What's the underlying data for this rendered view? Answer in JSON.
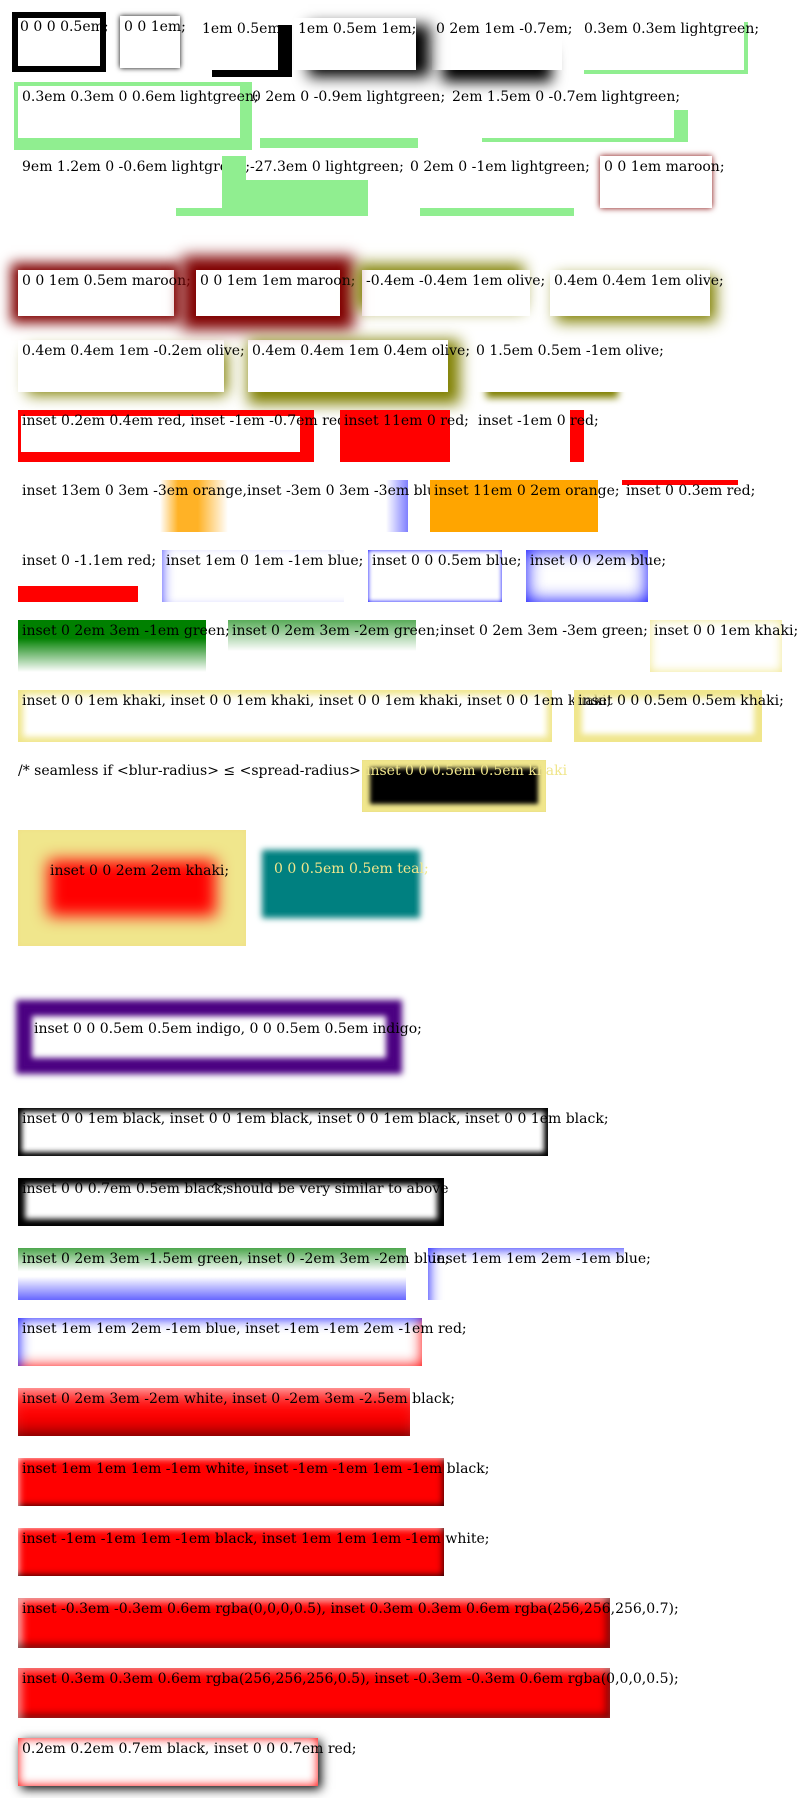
{
  "rows": [
    {
      "items": [
        {
          "label": "0 0 0 0.5em;"
        },
        {
          "label": "0 0 1em;"
        },
        {
          "label": "1em 0.5em;"
        },
        {
          "label": "1em 0.5em 1em;"
        },
        {
          "label": "0 2em 1em -0.7em;"
        },
        {
          "label": "0.3em 0.3em lightgreen;"
        }
      ]
    },
    {
      "items": [
        {
          "label": "0.3em 0.3em 0 0.6em lightgreen;"
        },
        {
          "label": "0 2em 0 -0.9em lightgreen;"
        },
        {
          "label": "2em 1.5em 0 -0.7em lightgreen;"
        }
      ]
    },
    {
      "items": [
        {
          "label": "9em 1.2em 0 -0.6em lightgreen;"
        },
        {
          "label": "-27.3em 0 lightgreen;"
        },
        {
          "label": "0 2em 0 -1em lightgreen;"
        },
        {
          "label": "0 0 1em maroon;"
        }
      ]
    },
    {
      "items": [
        {
          "label": "0 0 1em 0.5em maroon;"
        },
        {
          "label": "0 0 1em 1em maroon;"
        },
        {
          "label": "-0.4em -0.4em 1em olive;"
        },
        {
          "label": "0.4em 0.4em 1em olive;"
        }
      ]
    },
    {
      "items": [
        {
          "label": "0.4em 0.4em 1em -0.2em olive;"
        },
        {
          "label": "0.4em 0.4em 1em 0.4em olive;"
        },
        {
          "label": "0 1.5em 0.5em -1em olive;"
        }
      ]
    },
    {
      "items": [
        {
          "label": "inset 0.2em 0.4em red, inset -1em -0.7em red;"
        },
        {
          "label": "inset 11em 0 red;"
        },
        {
          "label": "inset -1em 0 red;"
        }
      ]
    },
    {
      "items": [
        {
          "label": "inset 13em 0 3em -3em orange,inset -3em 0 3em -3em blue;"
        },
        {
          "label": "inset 11em 0 2em orange;"
        },
        {
          "label": "inset 0 0.3em red;"
        }
      ]
    },
    {
      "items": [
        {
          "label": "inset 0 -1.1em red;"
        },
        {
          "label": "inset 1em 0 1em -1em blue;"
        },
        {
          "label": "inset 0 0 0.5em blue;"
        },
        {
          "label": "inset 0 0 2em blue;"
        }
      ]
    },
    {
      "items": [
        {
          "label": "inset 0 2em 3em -1em green;"
        },
        {
          "label": "inset 0 2em 3em -2em green;"
        },
        {
          "label": "inset 0 2em 3em -3em green;"
        },
        {
          "label": "inset 0 0 1em khaki;"
        }
      ]
    },
    {
      "items": [
        {
          "label": "inset 0 0 1em khaki, inset 0 0 1em khaki, inset 0 0 1em khaki, inset 0 0 1em khaki;"
        },
        {
          "label": "inset 0 0 0.5em 0.5em khaki;"
        }
      ]
    },
    {
      "items": [
        {
          "label": "/* seamless if <blur-radius> ≤ <spread-radius> */"
        },
        {
          "label": "inset 0 0 0.5em 0.5em khaki"
        }
      ]
    },
    {
      "items": [
        {
          "label": "inset 0 0 2em 2em khaki;"
        },
        {
          "label": "0 0 0.5em 0.5em teal;"
        }
      ]
    },
    {
      "items": [
        {
          "label": "inset 0 0 0.5em 0.5em indigo, 0 0 0.5em 0.5em indigo;"
        }
      ]
    },
    {
      "items": [
        {
          "label": "inset 0 0 1em black, inset 0 0 1em black, inset 0 0 1em black, inset 0 0 1em black;"
        }
      ]
    },
    {
      "items": [
        {
          "label": "inset 0 0 0.7em 0.5em black;"
        },
        {
          "label": "^ should be very similar to above"
        }
      ]
    },
    {
      "items": [
        {
          "label": "inset 0 2em 3em -1.5em green, inset 0 -2em 3em -2em blue;"
        },
        {
          "label": "inset 1em 1em 2em -1em blue;"
        }
      ]
    },
    {
      "items": [
        {
          "label": "inset 1em 1em 2em -1em blue, inset -1em -1em 2em -1em red;"
        }
      ]
    },
    {
      "items": [
        {
          "label": "inset 0 2em 3em -2em white, inset 0 -2em 3em -2.5em black;"
        }
      ]
    },
    {
      "items": [
        {
          "label": "inset 1em 1em 1em -1em white, inset -1em -1em 1em -1em black;"
        }
      ]
    },
    {
      "items": [
        {
          "label": "inset -1em -1em 1em -1em black, inset 1em 1em 1em -1em white;"
        }
      ]
    },
    {
      "items": [
        {
          "label": "inset -0.3em -0.3em 0.6em rgba(0,0,0,0.5), inset 0.3em 0.3em 0.6em rgba(256,256,256,0.7);"
        }
      ]
    },
    {
      "items": [
        {
          "label": "inset 0.3em 0.3em 0.6em rgba(256,256,256,0.5), inset -0.3em -0.3em 0.6em rgba(0,0,0,0.5);"
        }
      ]
    },
    {
      "items": [
        {
          "label": "0.2em 0.2em 0.7em black, inset 0 0 0.7em red;"
        }
      ]
    }
  ]
}
